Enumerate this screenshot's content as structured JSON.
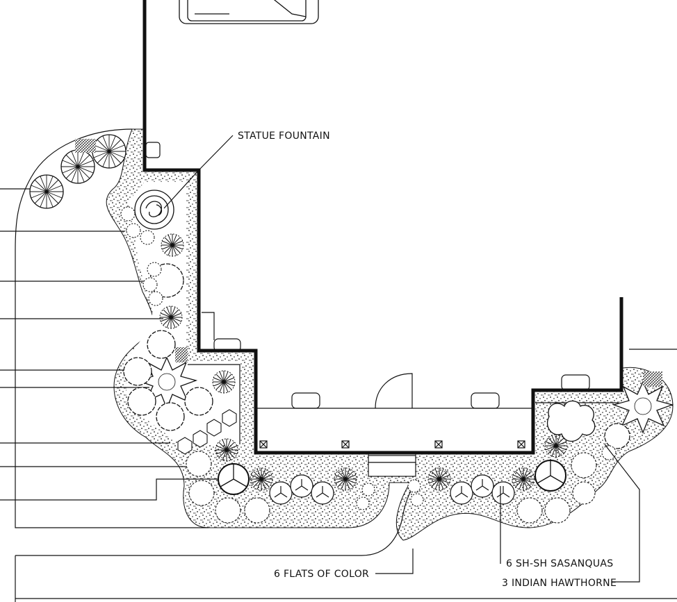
{
  "drawing": {
    "background": "#ffffff",
    "line_color": "#111111",
    "labels": {
      "statue_fountain": "STATUE FOUNTAIN",
      "flats_of_color": "6 FLATS OF COLOR",
      "sasanquas": "6 SH-SH SASANQUAS",
      "indian_hawthorne": "3 INDIAN HAWTHORNE"
    }
  }
}
